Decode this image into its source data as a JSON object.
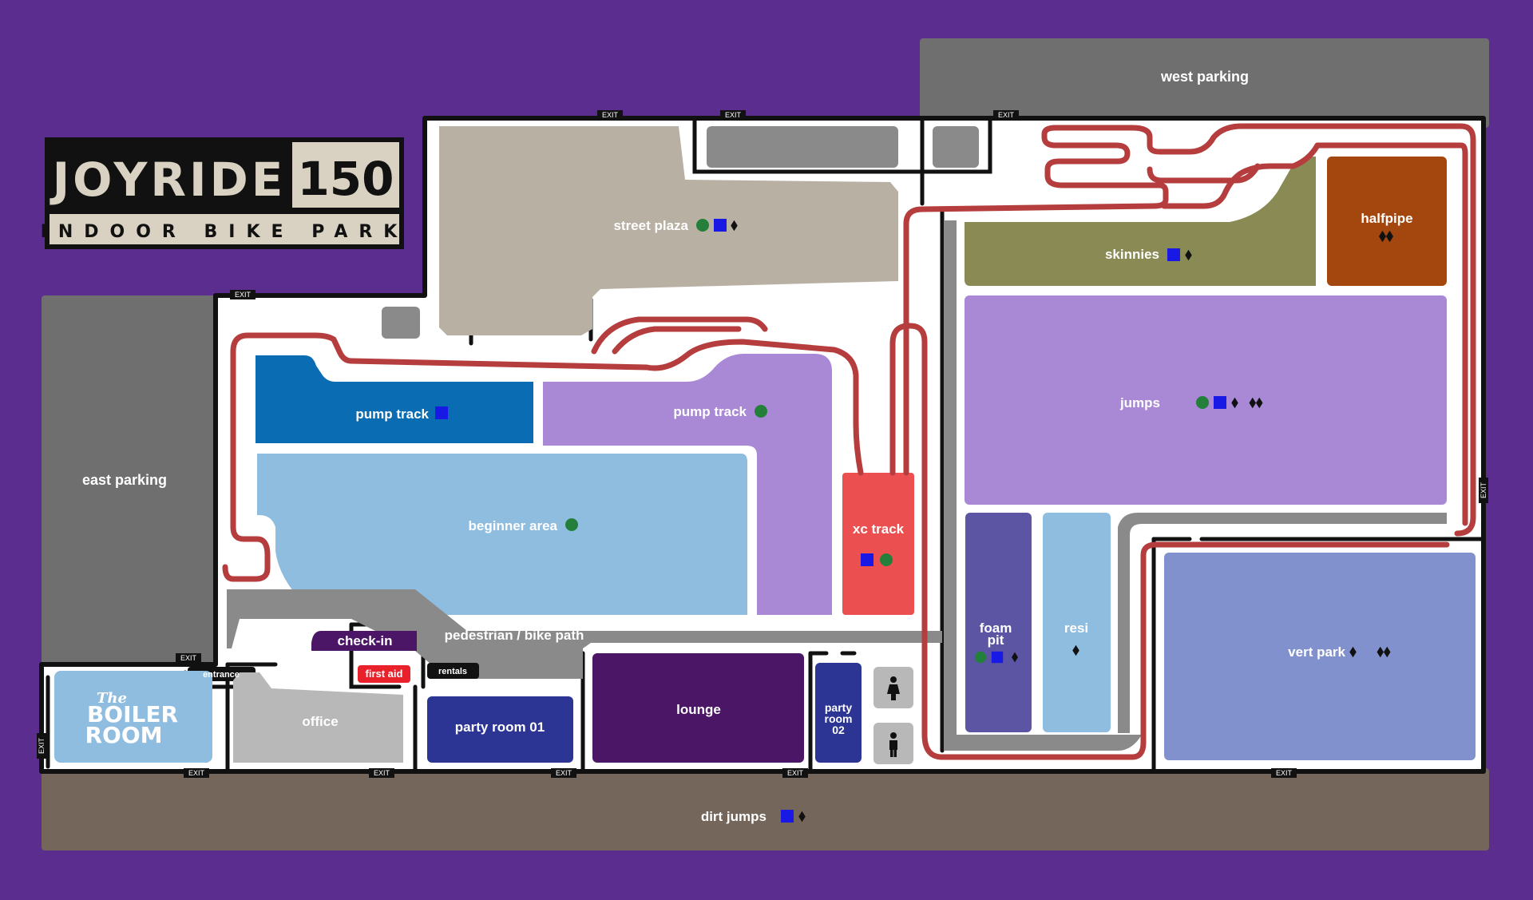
{
  "logo": {
    "name": "JOYRIDE",
    "number": "150",
    "subtitle": "INDOOR BIKE PARK"
  },
  "boiler_room": {
    "line1": "The",
    "line2": "BOILER",
    "line3": "ROOM"
  },
  "zones": {
    "west_parking": "west parking",
    "east_parking": "east parking",
    "street_plaza": "street plaza",
    "skinnies": "skinnies",
    "halfpipe": "halfpipe",
    "pump_track_a": "pump track",
    "pump_track_b": "pump track",
    "jumps": "jumps",
    "beginner_area": "beginner area",
    "xc_track": "xc track",
    "pedestrian_path": "pedestrian / bike path",
    "check_in": "check-in",
    "entrance": "entrance",
    "first_aid": "first aid",
    "rentals": "rentals",
    "office": "office",
    "party_room_01": "party room 01",
    "lounge": "lounge",
    "party_room_02_l1": "party",
    "party_room_02_l2": "room",
    "party_room_02_l3": "02",
    "foam_pit_l1": "foam",
    "foam_pit_l2": "pit",
    "resi": "resi",
    "vert_park": "vert park",
    "dirt_jumps": "dirt jumps"
  },
  "exit_label": "EXIT",
  "difficulty_icons": {
    "green": "green-circle-icon",
    "blue": "blue-square-icon",
    "black": "black-diamond-icon",
    "double_black": "double-black-diamond-icon"
  },
  "colors": {
    "background": "#5b2d8e",
    "parking": "#6f6f6f",
    "dirt": "#74665a",
    "street_plaza": "#b9b0a4",
    "skinnies": "#8a8a54",
    "halfpipe": "#a4470f",
    "pump_track_blue": "#0a6cb3",
    "lavender": "#a989d6",
    "beginner": "#8fbde0",
    "xc_track": "#ec4f4f",
    "foam_pit": "#5b55a4",
    "resi": "#8fbde0",
    "vert_park": "#8191cd",
    "party_room": "#2c3594",
    "lounge": "#4a1665",
    "check_in": "#4a1665",
    "first_aid": "#e8212a",
    "trail": "#b53d3d",
    "green": "#237f3a",
    "blue": "#1919e6"
  }
}
